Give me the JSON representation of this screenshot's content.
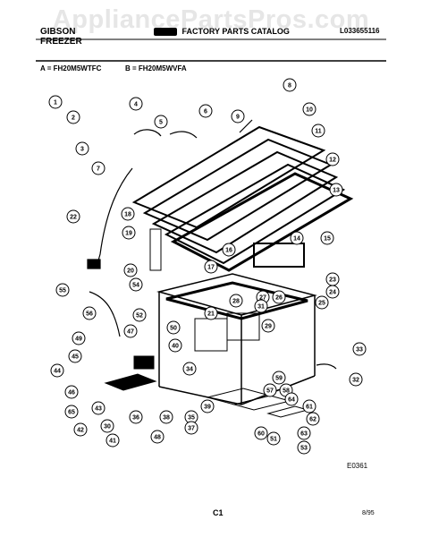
{
  "watermark": "AppliancePartsPros.com",
  "header": {
    "brand_line1": "GIBSON",
    "brand_line2": "FREEZER",
    "catalog_title": "FACTORY PARTS CATALOG",
    "catalog_code": "L033655116"
  },
  "models": {
    "a": "A = FH20M5WTFC",
    "b": "B = FH20M5WVFA"
  },
  "figure_number": "E0361",
  "page_number": "C1",
  "date": "8/95",
  "callouts": [
    "1",
    "2",
    "3",
    "4",
    "5",
    "6",
    "7",
    "8",
    "9",
    "10",
    "11",
    "12",
    "13",
    "14",
    "15",
    "16",
    "17",
    "18",
    "19",
    "20",
    "21",
    "22",
    "23",
    "24",
    "25",
    "26",
    "27",
    "28",
    "29",
    "30",
    "31",
    "32",
    "33",
    "34",
    "35",
    "36",
    "37",
    "38",
    "39",
    "40",
    "41",
    "42",
    "43",
    "44",
    "45",
    "46",
    "47",
    "48",
    "49",
    "50",
    "51",
    "52",
    "53",
    "54",
    "55",
    "56",
    "57",
    "58",
    "59",
    "60",
    "61",
    "62",
    "63",
    "64",
    "65"
  ]
}
